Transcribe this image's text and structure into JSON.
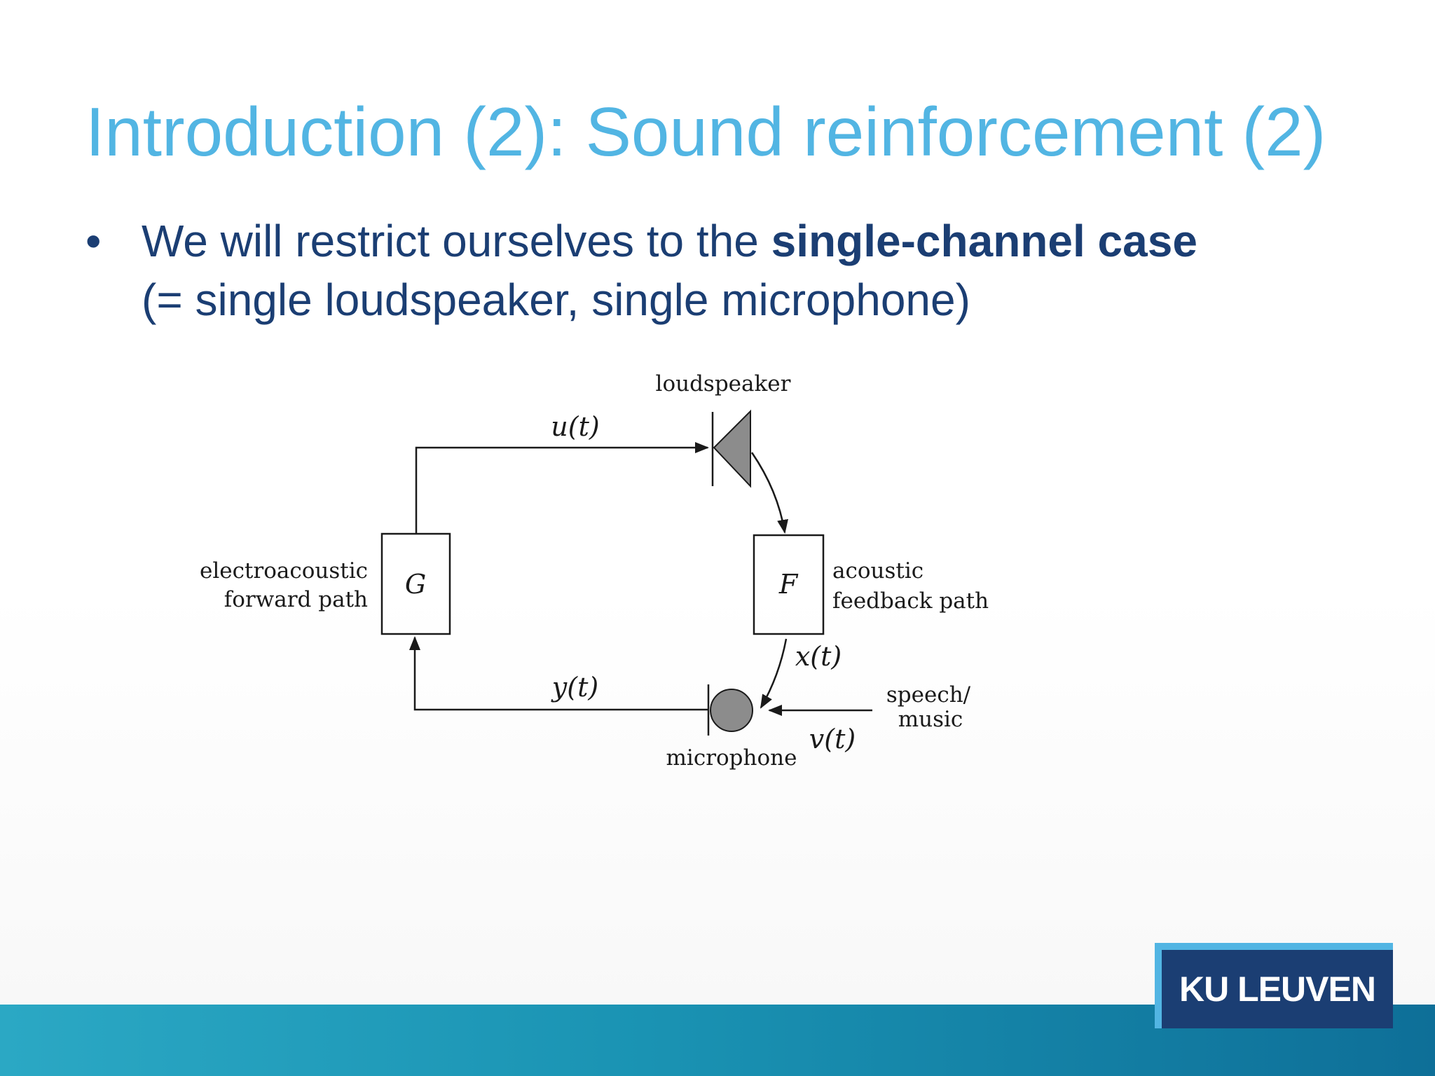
{
  "slide": {
    "title": "Introduction (2): Sound reinforcement (2)",
    "bullet": {
      "symbol": "•",
      "text_before": "We will restrict ourselves to the ",
      "text_bold": "single-channel case",
      "line2": "(= single loudspeaker, single microphone)"
    }
  },
  "diagram": {
    "loudspeaker_label": "loudspeaker",
    "microphone_label": "microphone",
    "block_g": "G",
    "block_f": "F",
    "forward_path_line1": "electroacoustic",
    "forward_path_line2": "forward path",
    "feedback_path_line1": "acoustic",
    "feedback_path_line2": "feedback path",
    "signal_u": "u(t)",
    "signal_y": "y(t)",
    "signal_x": "x(t)",
    "signal_v": "v(t)",
    "source_line1": "speech/",
    "source_line2": "music"
  },
  "footer": {
    "logo": "KU LEUVEN"
  },
  "colors": {
    "title": "#52b5e3",
    "body_text": "#1b3e73",
    "logo_navy": "#1b3e73",
    "logo_frame": "#52b5e3",
    "footer_bar": "#1a93b3",
    "speaker_fill": "#8c8c8c"
  }
}
